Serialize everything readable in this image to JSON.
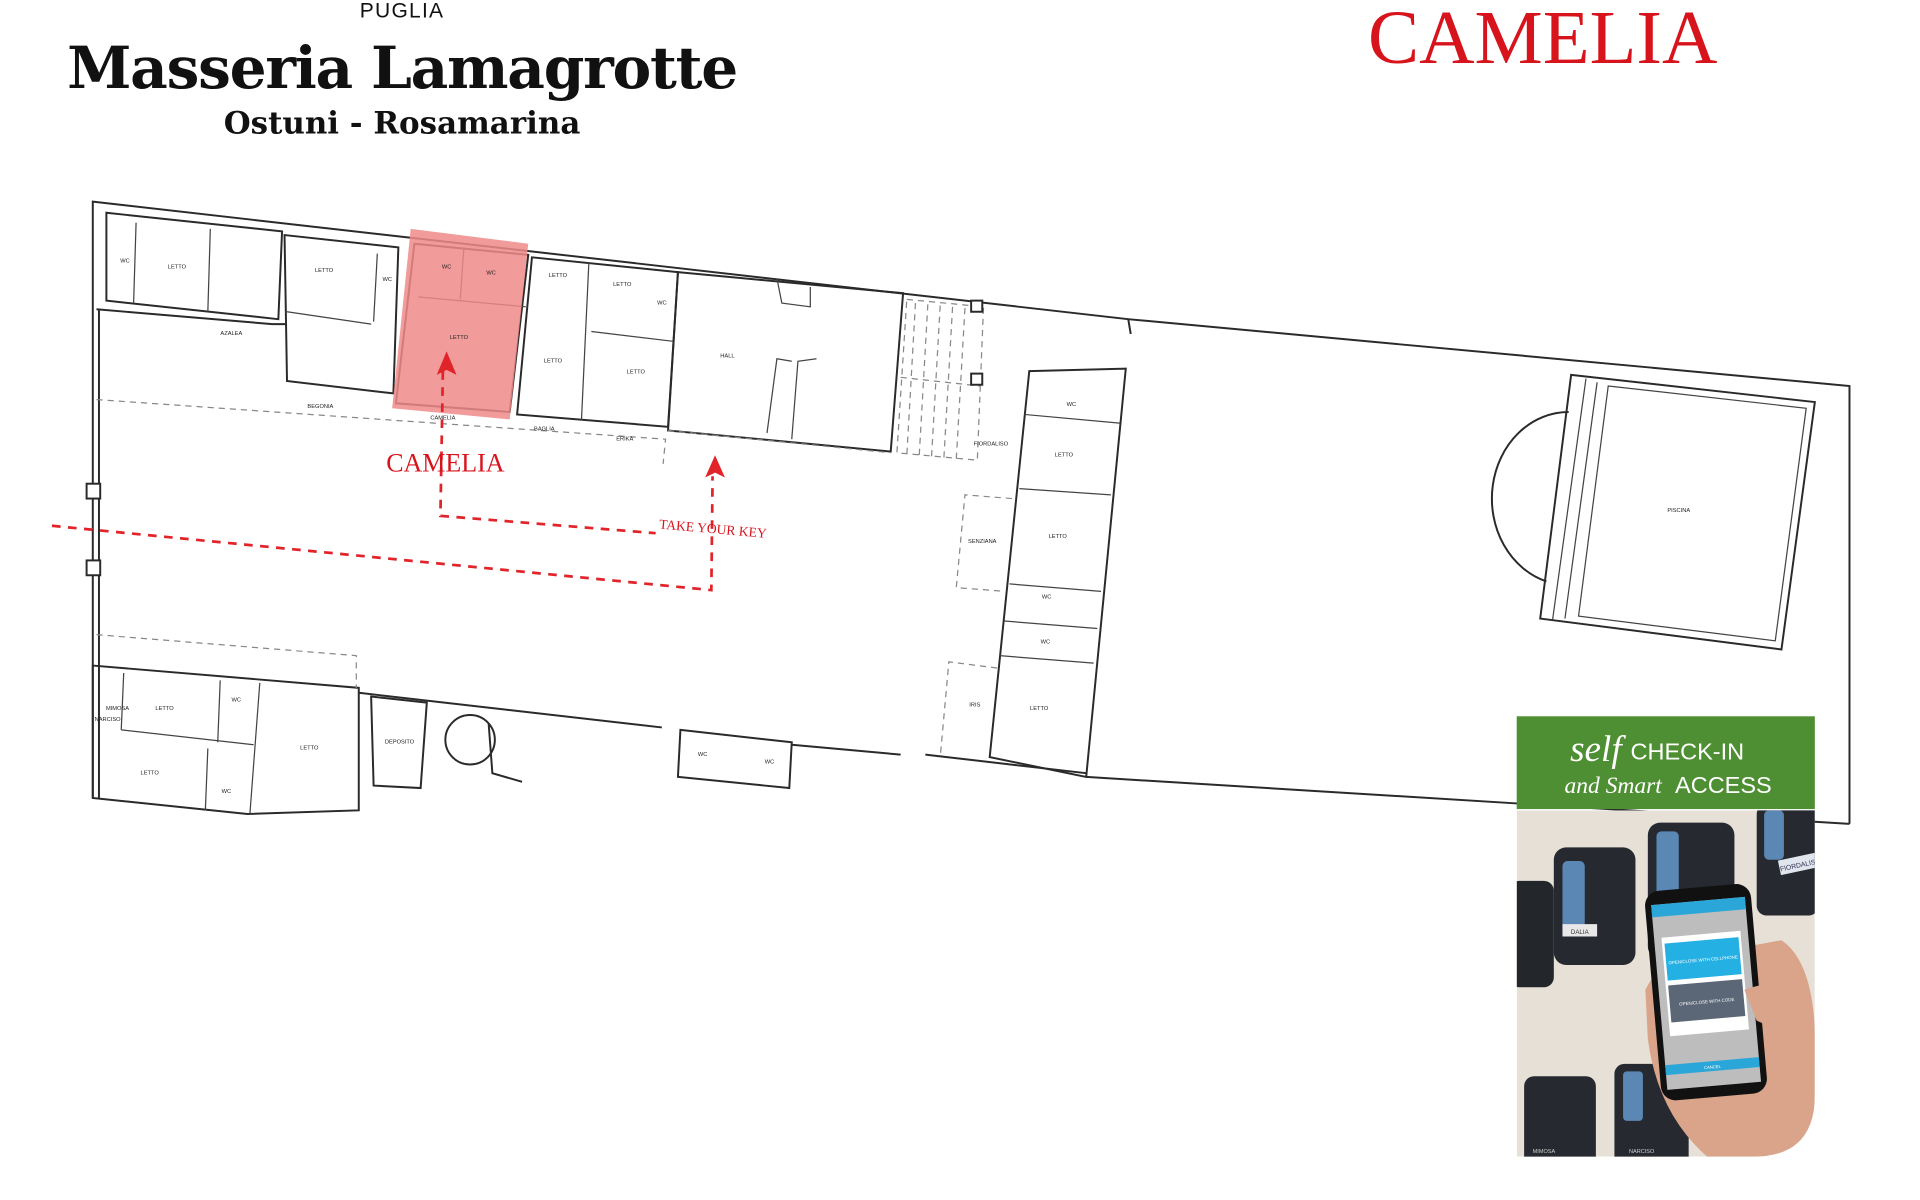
{
  "header": {
    "region": "PUGLIA",
    "title": "Masseria Lamagrotte",
    "subtitle": "Ostuni - Rosamarina",
    "room_name": "CAMELIA"
  },
  "colors": {
    "accent_red": "#d7141c",
    "highlight": "#f08a8a",
    "banner_green": "#4f8f33"
  },
  "rooms": [
    "WC",
    "LETTO",
    "LETTO",
    "WC",
    "WC",
    "WC",
    "LETTO",
    "LETTO",
    "LETTO",
    "WC",
    "LETTO",
    "LETTO",
    "HALL",
    "AZALEA",
    "BEGONIA",
    "CAMELIA",
    "BAGLIA",
    "ERIKA",
    "FIORDALISO",
    "WC",
    "LETTO",
    "SENZIANA",
    "LETTO",
    "WC",
    "WC",
    "IRIS",
    "LETTO",
    "PISCINA",
    "MIMOSA",
    "NARCISO",
    "LETTO",
    "WC",
    "LETTO",
    "WC",
    "LETTO",
    "DEPOSITO",
    "WC",
    "WC"
  ],
  "annotations": {
    "room_callout": "CAMELIA",
    "take_key": "TAKE YOUR KEY"
  },
  "banner": {
    "self": "self",
    "check_in": "CHECK-IN",
    "and_smart": "and Smart",
    "access": "ACCESS"
  },
  "photo": {
    "keybox_labels": [
      "DALIA",
      "FIORDALISO",
      "NARCISO",
      "MIMOSA"
    ],
    "phone_button_1": "OPEN/CLOSE WITH CELLPHONE",
    "phone_button_2": "OPEN/CLOSE WITH CODE",
    "phone_cancel": "CANCEL"
  }
}
